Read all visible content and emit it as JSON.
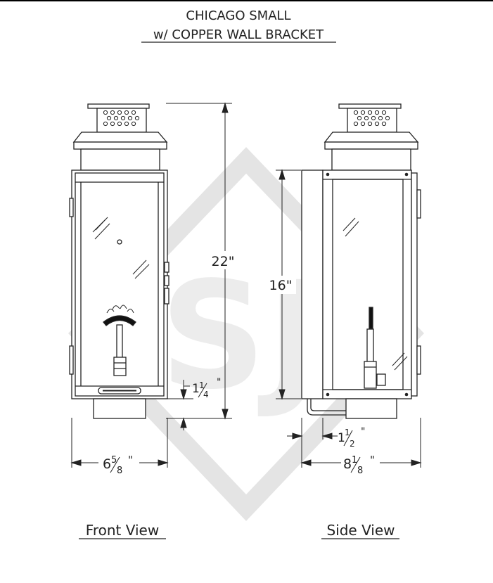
{
  "title": {
    "line1": "CHICAGO SMALL",
    "line2": "w/ COPPER WALL BRACKET"
  },
  "views": {
    "front": {
      "caption": "Front View",
      "dimensions": {
        "overall_height": "22\"",
        "base_height_whole": "1",
        "base_height_num": "1",
        "base_height_den": "4",
        "base_height_unit": "\"",
        "width_whole": "6",
        "width_num": "5",
        "width_den": "8",
        "width_unit": "\""
      }
    },
    "side": {
      "caption": "Side View",
      "dimensions": {
        "glass_height": "16\"",
        "bracket_whole": "1",
        "bracket_num": "1",
        "bracket_den": "2",
        "bracket_unit": "\"",
        "depth_whole": "8",
        "depth_num": "1",
        "depth_den": "8",
        "depth_unit": "\""
      }
    }
  },
  "watermark": {
    "letters": "SJ"
  },
  "colors": {
    "line": "#222222",
    "watermark": "#e6e6e6",
    "background": "#ffffff"
  }
}
